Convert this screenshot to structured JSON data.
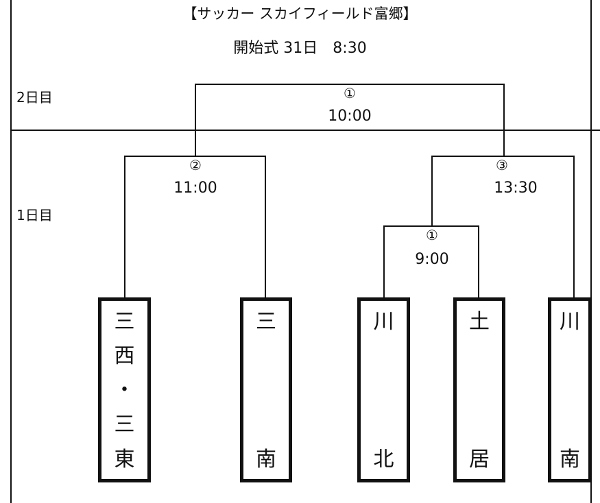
{
  "header": {
    "title": "【サッカー スカイフィールド富郷】",
    "opening": "開始式 31日　8:30"
  },
  "days": {
    "day2": "2日目",
    "day1": "1日目"
  },
  "matches": {
    "final": {
      "number": "①",
      "time": "10:00"
    },
    "semi_left": {
      "number": "②",
      "time": "11:00"
    },
    "semi_right": {
      "number": "③",
      "time": "13:30"
    },
    "first_round": {
      "number": "①",
      "time": "9:00"
    }
  },
  "teams": [
    {
      "chars": [
        "三",
        "西",
        "・",
        "三",
        "東"
      ]
    },
    {
      "chars": [
        "三",
        "南"
      ]
    },
    {
      "chars": [
        "川",
        "北"
      ]
    },
    {
      "chars": [
        "土",
        "居"
      ]
    },
    {
      "chars": [
        "川",
        "南"
      ]
    }
  ]
}
